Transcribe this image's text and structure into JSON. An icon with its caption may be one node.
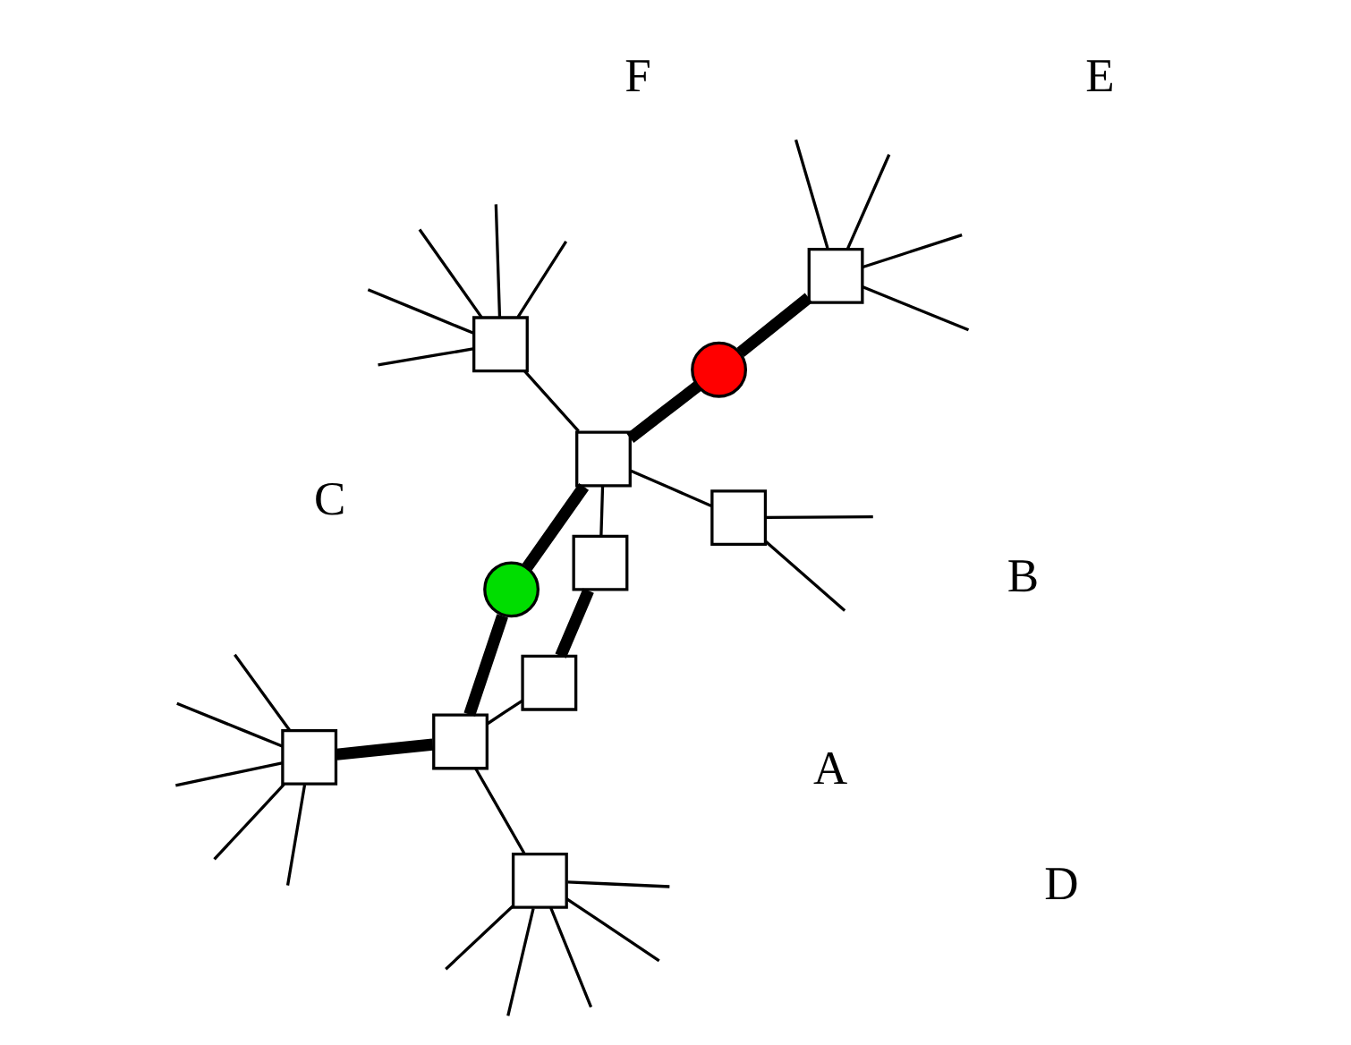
{
  "diagram": {
    "nodes": [
      {
        "text": [],
        "shape": "box"
      },
      {
        "text": [],
        "shape": "circle"
      },
      {
        "text": [],
        "shape": "box"
      },
      {
        "text": [],
        "shape": "circle"
      },
      {
        "text": [],
        "shape": "box"
      },
      {
        "text": [],
        "shape": "box"
      },
      {
        "text": [],
        "shape": "box"
      },
      {
        "text": [],
        "shape": "box"
      },
      {
        "text": [],
        "shape": "box"
      },
      {
        "text": [],
        "shape": "box"
      },
      {
        "text": [],
        "shape": "box"
      }
    ],
    "edges": [
      {
        "from": 0,
        "to": 1,
        "arrow": "none",
        "style": "thick"
      },
      {
        "from": 1,
        "to": 2,
        "arrow": "none",
        "style": "thick"
      },
      {
        "from": 2,
        "to": 3,
        "arrow": "none",
        "style": "thick"
      },
      {
        "from": 3,
        "to": 4,
        "arrow": "none",
        "style": "thick"
      },
      {
        "from": 4,
        "to": 5,
        "arrow": "none",
        "style": "thick"
      },
      {
        "from": 2,
        "to": 6,
        "arrow": "none"
      },
      {
        "from": 2,
        "to": 7,
        "arrow": "none"
      },
      {
        "from": 2,
        "to": 9,
        "arrow": "none"
      },
      {
        "from": 7,
        "to": 8,
        "arrow": "none",
        "style": "thick"
      },
      {
        "from": 8,
        "to": 4,
        "arrow": "none"
      },
      {
        "from": 4,
        "to": 10,
        "arrow": "none"
      },
      {
        "from": 0,
        "to": null,
        "arrow": "none"
      },
      {
        "from": 0,
        "to": null,
        "arrow": "none"
      },
      {
        "from": 0,
        "to": null,
        "arrow": "none"
      },
      {
        "from": 0,
        "to": null,
        "arrow": "none"
      },
      {
        "from": 5,
        "to": null,
        "arrow": "none"
      },
      {
        "from": 5,
        "to": null,
        "arrow": "none"
      },
      {
        "from": 5,
        "to": null,
        "arrow": "none"
      },
      {
        "from": 5,
        "to": null,
        "arrow": "none"
      },
      {
        "from": 5,
        "to": null,
        "arrow": "none"
      },
      {
        "from": 6,
        "to": null,
        "arrow": "none"
      },
      {
        "from": 6,
        "to": null,
        "arrow": "none"
      },
      {
        "from": 6,
        "to": null,
        "arrow": "none"
      },
      {
        "from": 6,
        "to": null,
        "arrow": "none"
      },
      {
        "from": 6,
        "to": null,
        "arrow": "none"
      },
      {
        "from": 9,
        "to": null,
        "arrow": "none"
      },
      {
        "from": 9,
        "to": null,
        "arrow": "none"
      },
      {
        "from": 10,
        "to": null,
        "arrow": "none"
      },
      {
        "from": 10,
        "to": null,
        "arrow": "none"
      },
      {
        "from": 10,
        "to": null,
        "arrow": "none"
      },
      {
        "from": 10,
        "to": null,
        "arrow": "none"
      },
      {
        "from": 10,
        "to": null,
        "arrow": "none"
      }
    ],
    "labels": [
      "A",
      "B",
      "C",
      "D",
      "E",
      "F"
    ]
  }
}
